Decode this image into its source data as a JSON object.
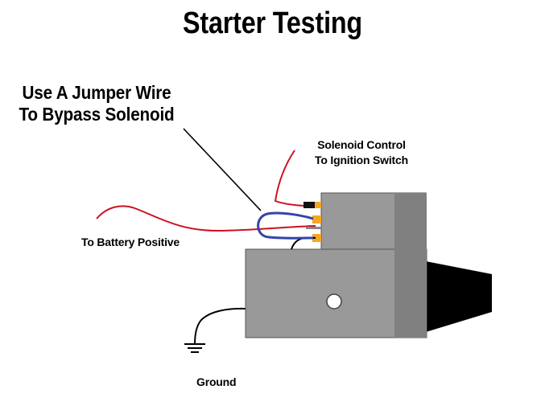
{
  "diagram": {
    "title": "Starter Testing",
    "labels": {
      "jumper_line1": "Use A Jumper Wire",
      "jumper_line2": "To Bypass Solenoid",
      "solenoid_line1": "Solenoid Control",
      "solenoid_line2": "To Ignition Switch",
      "battery": "To Battery Positive",
      "ground": "Ground"
    },
    "colors": {
      "starter_body": "#999999",
      "starter_shadow": "#808080",
      "wire_red": "#cc1122",
      "wire_blue": "#3344aa",
      "terminal": "#f5a623",
      "pinion": "#000000"
    }
  }
}
